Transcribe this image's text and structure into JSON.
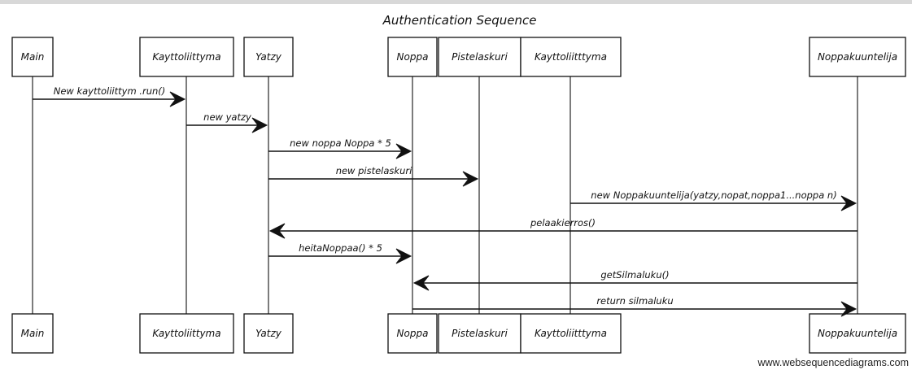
{
  "diagram": {
    "title": "Authentication Sequence",
    "participants": [
      {
        "id": "main",
        "label": "Main"
      },
      {
        "id": "kayttoliittyma",
        "label": "Kayttoliittyma"
      },
      {
        "id": "yatzy",
        "label": "Yatzy"
      },
      {
        "id": "noppa",
        "label": "Noppa"
      },
      {
        "id": "pistelaskuri",
        "label": "Pistelaskuri"
      },
      {
        "id": "kayttoliitttyma",
        "label": "Kayttoliitttyma"
      },
      {
        "id": "noppakuuntelija",
        "label": "Noppakuuntelija"
      }
    ],
    "messages": [
      {
        "from": "main",
        "to": "kayttoliittyma",
        "label": "New kayttoliittym .run()"
      },
      {
        "from": "kayttoliittyma",
        "to": "yatzy",
        "label": "new yatzy"
      },
      {
        "from": "yatzy",
        "to": "noppa",
        "label": "new noppa Noppa * 5"
      },
      {
        "from": "yatzy",
        "to": "pistelaskuri",
        "label": "new pistelaskuri"
      },
      {
        "from": "kayttoliitttyma",
        "to": "noppakuuntelija",
        "label": "new Noppakuuntelija(yatzy,nopat,noppa1...noppa n)"
      },
      {
        "from": "noppakuuntelija",
        "to": "yatzy",
        "label": "pelaakierros()"
      },
      {
        "from": "yatzy",
        "to": "noppa",
        "label": "heitaNoppaa() * 5"
      },
      {
        "from": "noppakuuntelija",
        "to": "noppa",
        "label": "getSilmaluku()"
      },
      {
        "from": "noppa",
        "to": "noppakuuntelija",
        "label": "return silmaluku"
      }
    ]
  },
  "watermark": "www.websequencediagrams.com"
}
